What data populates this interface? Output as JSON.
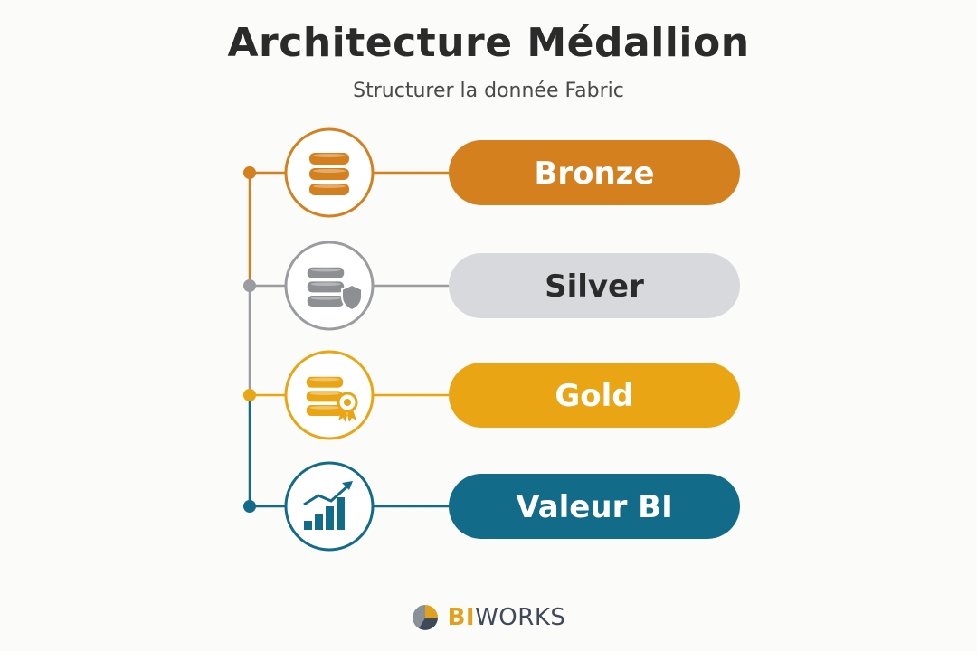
{
  "header": {
    "title": "Architecture Médallion",
    "subtitle": "Structurer la donnée Fabric"
  },
  "layers": [
    {
      "label": "Bronze",
      "icon": "database-icon",
      "color": "#d4801f",
      "text_color": "#ffffff",
      "ring_color": "#d4801f"
    },
    {
      "label": "Silver",
      "icon": "database-shield-icon",
      "color": "#d8d9dc",
      "text_color": "#2b2b2b",
      "ring_color": "#9b9ca0"
    },
    {
      "label": "Gold",
      "icon": "database-award-icon",
      "color": "#eaa515",
      "text_color": "#ffffff",
      "ring_color": "#eaa515"
    },
    {
      "label": "Valeur BI",
      "icon": "chart-growth-icon",
      "color": "#136b8a",
      "text_color": "#ffffff",
      "ring_color": "#136b8a"
    }
  ],
  "brand": {
    "bi": "BI",
    "works": "WORKS",
    "icon": "biworks-logo-icon"
  }
}
